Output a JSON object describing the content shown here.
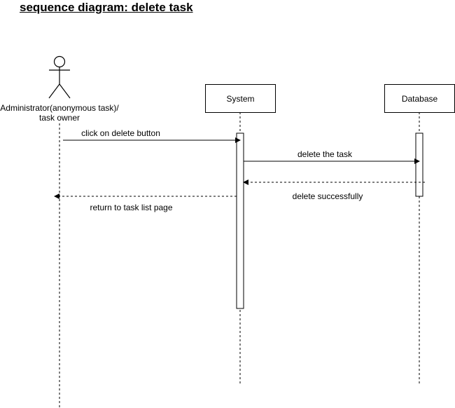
{
  "title": "sequence diagram: delete task",
  "participants": {
    "actor": {
      "label_line1": "Administrator(anonymous task)/",
      "label_line2": "task owner"
    },
    "system": {
      "label": "System"
    },
    "database": {
      "label": "Database"
    }
  },
  "messages": [
    {
      "text": "click on delete button",
      "from": "actor",
      "to": "system",
      "style": "solid"
    },
    {
      "text": "delete the task",
      "from": "system",
      "to": "database",
      "style": "solid"
    },
    {
      "text": "delete successfully",
      "from": "database",
      "to": "system",
      "style": "dashed"
    },
    {
      "text": "return to task list page",
      "from": "system",
      "to": "actor",
      "style": "dashed"
    }
  ]
}
